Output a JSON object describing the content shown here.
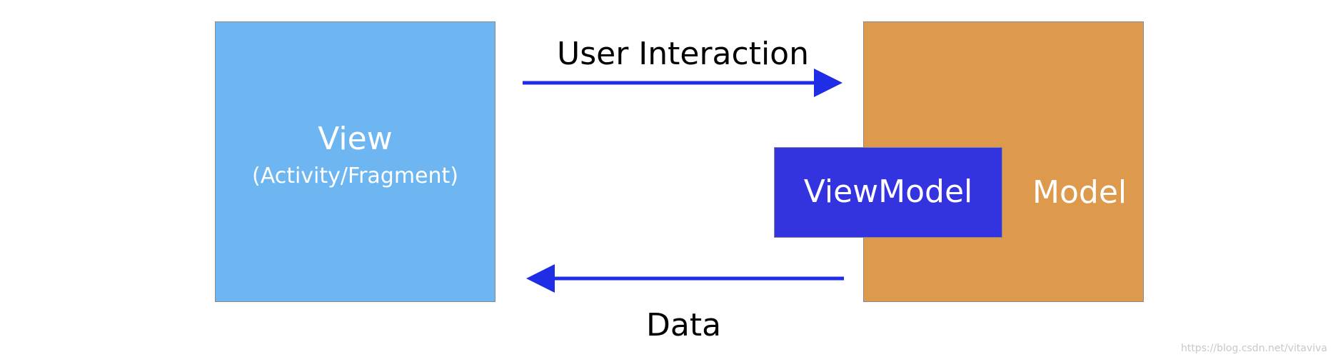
{
  "diagram": {
    "view": {
      "title": "View",
      "subtitle": "(Activity/Fragment)",
      "color": "#6db6f2"
    },
    "viewmodel": {
      "label": "ViewModel",
      "color": "#3333e0"
    },
    "model": {
      "label": "Model",
      "color": "#de9a4c"
    },
    "edges": {
      "user_interaction": "User Interaction",
      "data": "Data",
      "arrow_color": "#1f2ee6"
    },
    "watermark": "https://blog.csdn.net/vitaviva"
  }
}
